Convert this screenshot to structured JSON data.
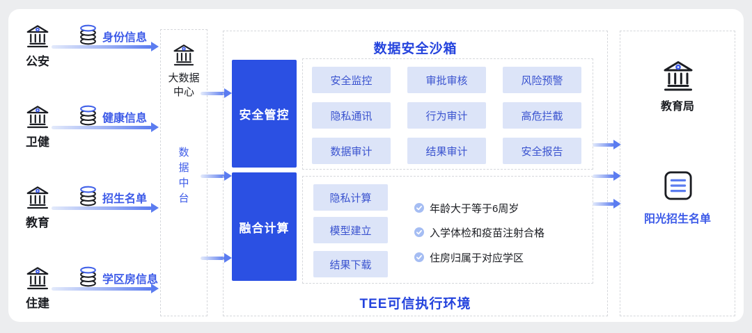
{
  "colors": {
    "accent_blue": "#2b50e3",
    "link_blue": "#3d5be8",
    "title_blue": "#2443dd",
    "item_bg": "#dce4f8",
    "item_text": "#3a53cf",
    "text_dark": "#1b1d22"
  },
  "sources": [
    {
      "name": "公安",
      "data_label": "身份信息"
    },
    {
      "name": "卫健",
      "data_label": "健康信息"
    },
    {
      "name": "教育",
      "data_label": "招生名单"
    },
    {
      "name": "住建",
      "data_label": "学区房信息"
    }
  ],
  "data_center": {
    "name": "大数据中心",
    "platform": "数据中台"
  },
  "sandbox": {
    "title": "数据安全沙箱",
    "security": {
      "label": "安全管控",
      "items": [
        "安全监控",
        "审批审核",
        "风险预警",
        "隐私通讯",
        "行为审计",
        "高危拦截",
        "数据审计",
        "结果审计",
        "安全报告"
      ]
    },
    "compute": {
      "label": "融合计算",
      "items": [
        "隐私计算",
        "模型建立",
        "结果下载"
      ]
    },
    "rules": [
      "年龄大于等于6周岁",
      "入学体检和疫苗注射合格",
      "住房归属于对应学区"
    ],
    "footer": "TEE可信执行环境"
  },
  "output": {
    "bureau": "教育局",
    "result": "阳光招生名单"
  }
}
